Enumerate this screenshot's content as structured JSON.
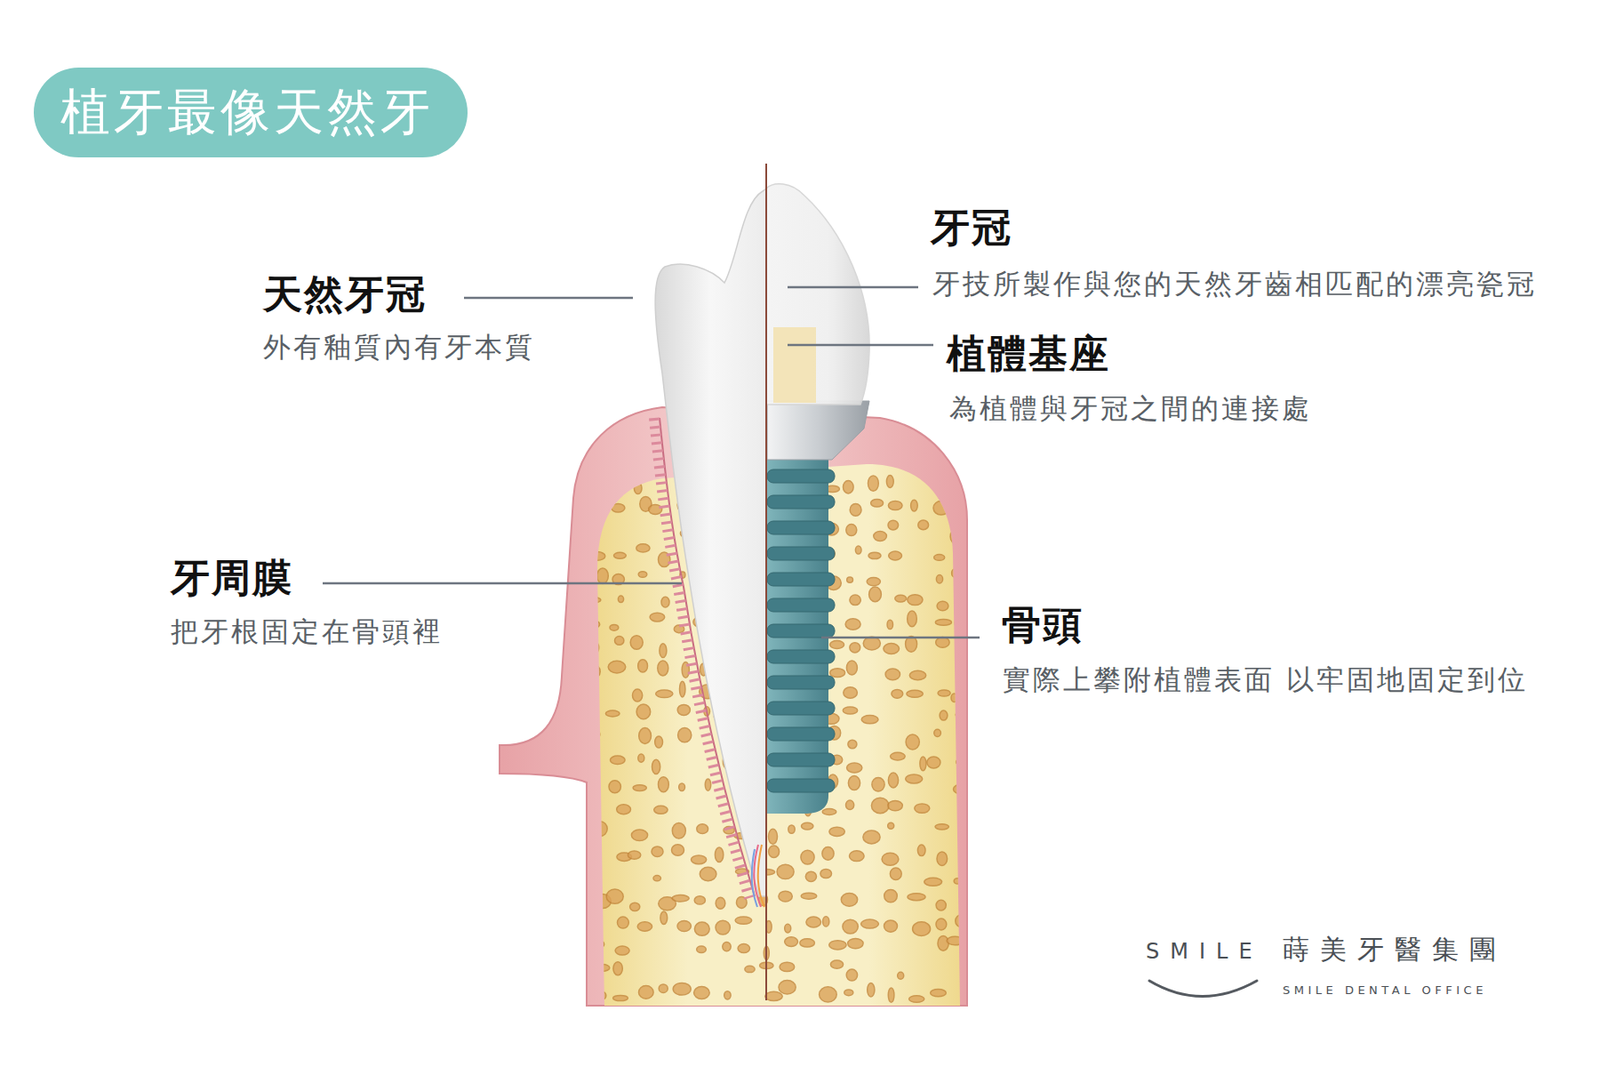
{
  "diagram": {
    "title": "植牙最像天然牙",
    "labels": [
      "天然牙冠",
      "外有釉質內有牙本質",
      "牙周膜",
      "把牙根固定在骨頭裡",
      "牙冠",
      "牙技所製作與您的天然牙齒相匹配的漂亮瓷冠",
      "植體基座",
      "為植體與牙冠之間的連接處",
      "骨頭",
      "實際上攀附植體表面 以牢固地固定到位",
      "SMILE",
      "蒔美牙醫集團",
      "SMILE DENTAL OFFICE"
    ]
  }
}
